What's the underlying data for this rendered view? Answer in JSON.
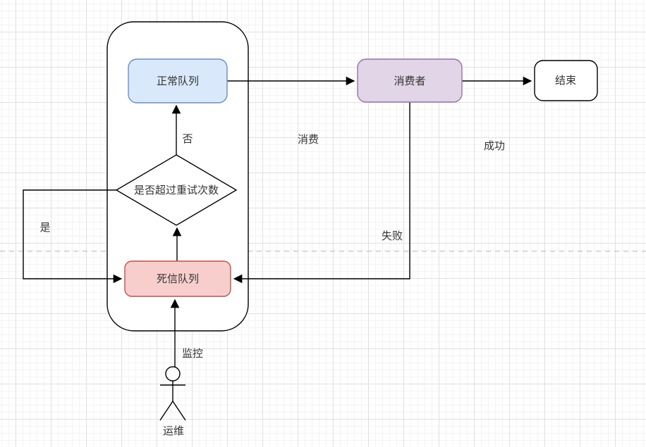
{
  "diagram": {
    "title": "message-queue-retry-flowchart",
    "nodes": {
      "normal_queue": {
        "label": "正常队列",
        "fill": "#dae8fc",
        "stroke": "#6c8ebf"
      },
      "consumer": {
        "label": "消费者",
        "fill": "#e1d5e7",
        "stroke": "#9673a6"
      },
      "end": {
        "label": "结束",
        "fill": "#ffffff",
        "stroke": "#000000"
      },
      "retry_decision": {
        "label": "是否超过重试次数",
        "fill": "#ffffff",
        "stroke": "#000000"
      },
      "dead_letter_queue": {
        "label": "死信队列",
        "fill": "#f8cecc",
        "stroke": "#b85450"
      },
      "container": {
        "fill": "#ffffff",
        "stroke": "#000000"
      },
      "actor": {
        "label": "运维"
      }
    },
    "edge_labels": {
      "consume": "消费",
      "success": "成功",
      "fail": "失败",
      "no": "否",
      "yes": "是",
      "monitor": "监控"
    },
    "colors": {
      "edge_line": "#000000",
      "dashed_guide": "#b8b8b8",
      "grid_major": "#e0e0e0",
      "grid_minor": "#f3f3f3",
      "label_text": "#333333"
    }
  }
}
